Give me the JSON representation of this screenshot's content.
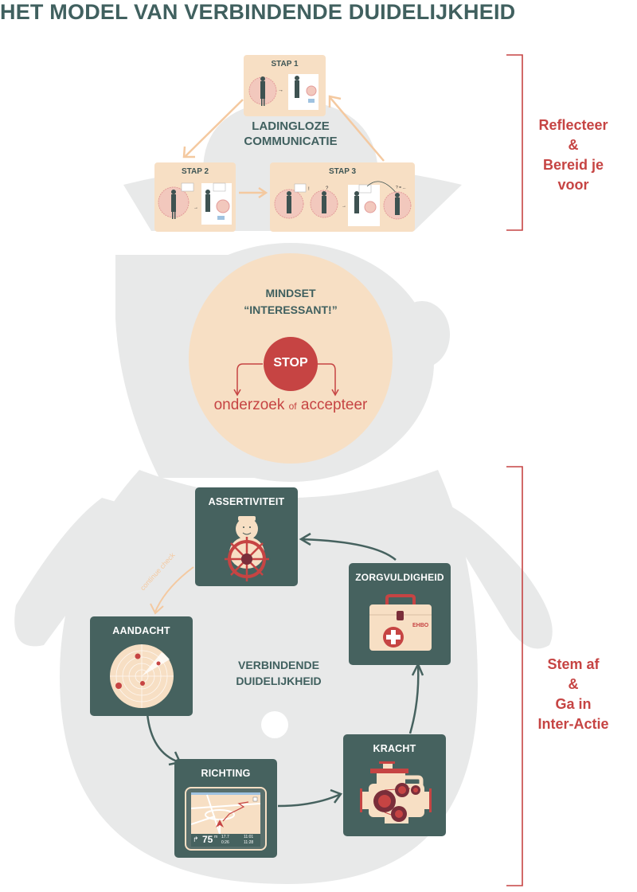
{
  "title": "HET MODEL VAN VERBINDENDE DUIDELIJKHEID",
  "colors": {
    "teal": "#46625f",
    "title_teal": "#40605f",
    "peach": "#f7dfc4",
    "red": "#c64443",
    "grey_body": "#e8e9e9",
    "arrow_peach": "#f4c9a0"
  },
  "top_section": {
    "center_label_line1": "LADINGLOZE",
    "center_label_line2": "COMMUNICATIE",
    "steps": [
      {
        "label": "STAP 1"
      },
      {
        "label": "STAP 2"
      },
      {
        "label": "STAP 3"
      }
    ],
    "step3_annotations": {
      "exclaim": "!",
      "question": "?",
      "equation": "? = ..."
    },
    "side_label": [
      "Reflecteer",
      "&",
      "Bereid je",
      "voor"
    ]
  },
  "middle_section": {
    "mindset_line1": "MINDSET",
    "mindset_line2": "“INTERESSANT!”",
    "stop_label": "STOP",
    "option_left": "onderzoek",
    "option_connector": "of",
    "option_right": "accepteer"
  },
  "bottom_section": {
    "center_label_line1": "VERBINDENDE",
    "center_label_line2": "DUIDELIJKHEID",
    "loop_annotation": "continue check",
    "tiles": [
      {
        "label": "ASSERTIVITEIT",
        "icon": "ship-wheel-captain-icon"
      },
      {
        "label": "ZORGVULDIGHEID",
        "icon": "first-aid-kit-icon",
        "kit_text": "EHBO"
      },
      {
        "label": "KRACHT",
        "icon": "engine-icon"
      },
      {
        "label": "RICHTING",
        "icon": "gps-navigation-icon"
      },
      {
        "label": "AANDACHT",
        "icon": "radar-icon"
      }
    ],
    "gps": {
      "distance": "75",
      "distance_unit": "m",
      "trip": "17.7",
      "eta_small": "0:26",
      "time1": "11:01",
      "time2": "11:28"
    },
    "side_label": [
      "Stem af",
      "&",
      "Ga in",
      "Inter-Actie"
    ]
  }
}
